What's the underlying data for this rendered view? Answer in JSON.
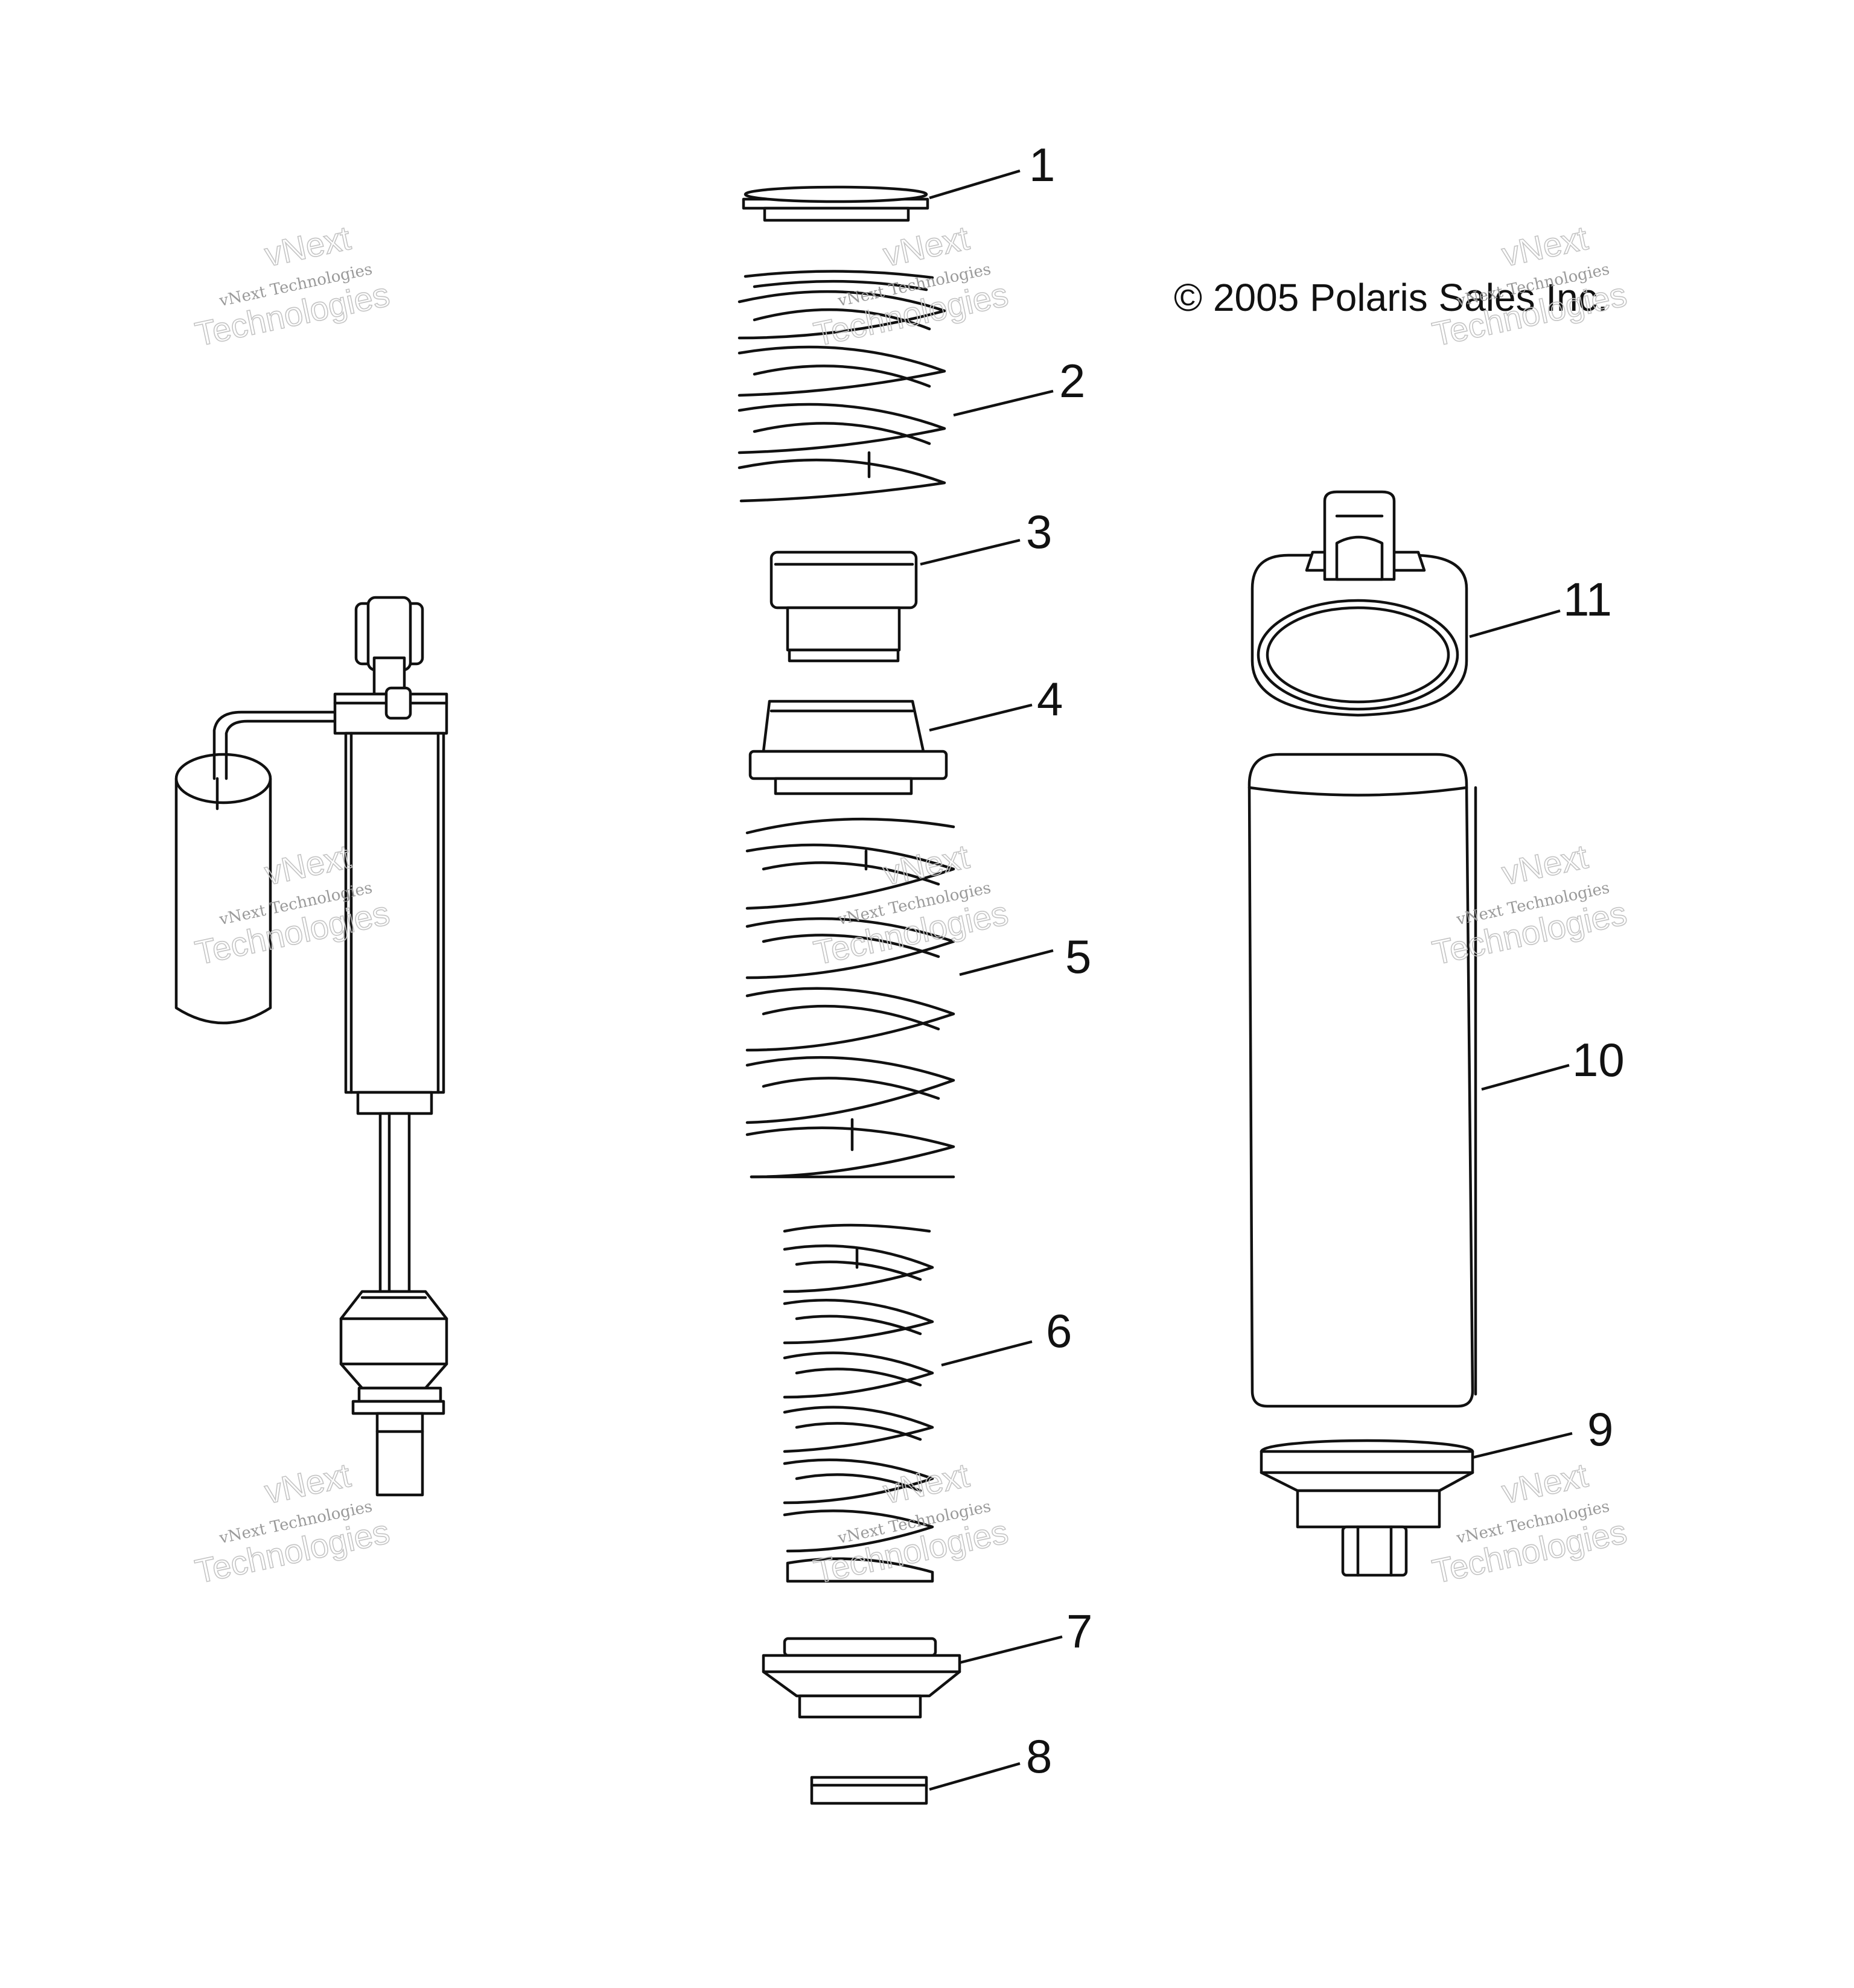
{
  "copyright": "© 2005 Polaris Sales Inc.",
  "watermark": {
    "line1": "vNext",
    "line2": "vNext Technologies",
    "line3": "Technologies"
  },
  "callouts": [
    "1",
    "2",
    "3",
    "4",
    "5",
    "6",
    "7",
    "8",
    "9",
    "10",
    "11"
  ]
}
